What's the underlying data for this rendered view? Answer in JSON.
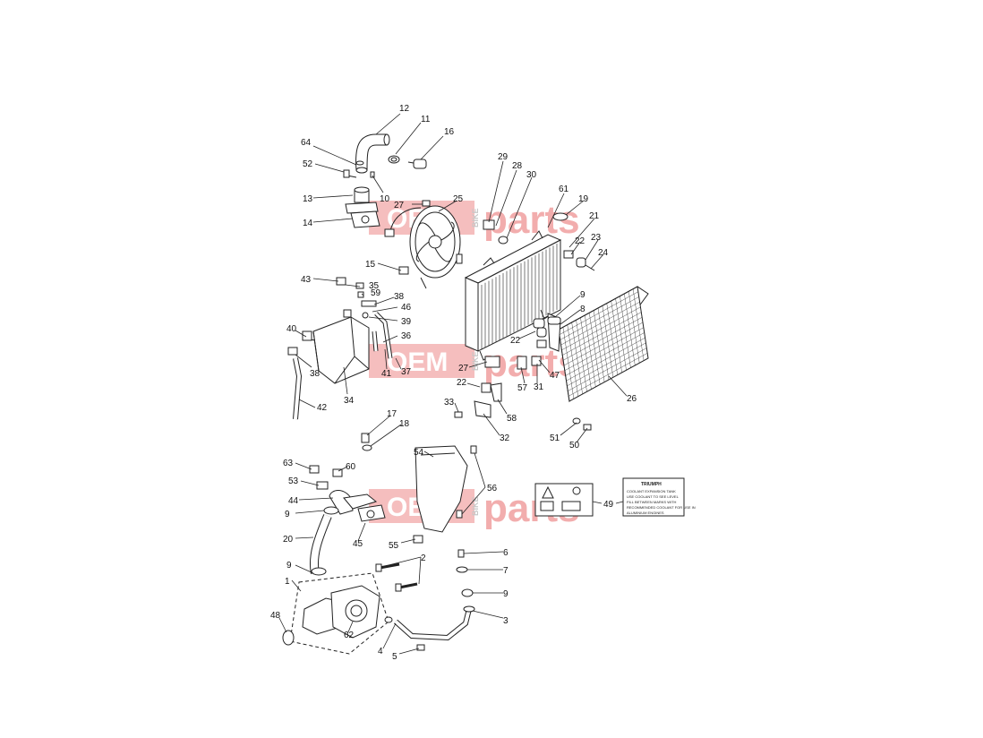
{
  "watermark": {
    "brand_left": "OEM",
    "brand_small": "BIKE",
    "brand_right": "parts",
    "color": "#e86b6b"
  },
  "label_panel": {
    "logo_text": "TRIUMPH",
    "line1": "COOLANT EXPANSION TANK",
    "line2": "USE COOLANT TO SEE LEVEL",
    "line3": "FILL BETWEEN MARKS WITH",
    "line4": "RECOMMENDED COOLANT FOR USE IN",
    "line5": "ALUMINIUM ENGINES"
  },
  "callouts": [
    "1",
    "2",
    "3",
    "4",
    "5",
    "6",
    "7",
    "8",
    "9",
    "9",
    "9",
    "9",
    "9",
    "10",
    "11",
    "12",
    "13",
    "14",
    "15",
    "16",
    "17",
    "18",
    "19",
    "20",
    "21",
    "22",
    "22",
    "22",
    "23",
    "24",
    "25",
    "26",
    "27",
    "27",
    "28",
    "29",
    "30",
    "31",
    "32",
    "33",
    "34",
    "35",
    "36",
    "37",
    "38",
    "38",
    "39",
    "40",
    "41",
    "42",
    "43",
    "44",
    "45",
    "46",
    "47",
    "48",
    "49",
    "50",
    "51",
    "52",
    "53",
    "54",
    "55",
    "56",
    "57",
    "58",
    "59",
    "60",
    "61",
    "62",
    "63",
    "64"
  ]
}
